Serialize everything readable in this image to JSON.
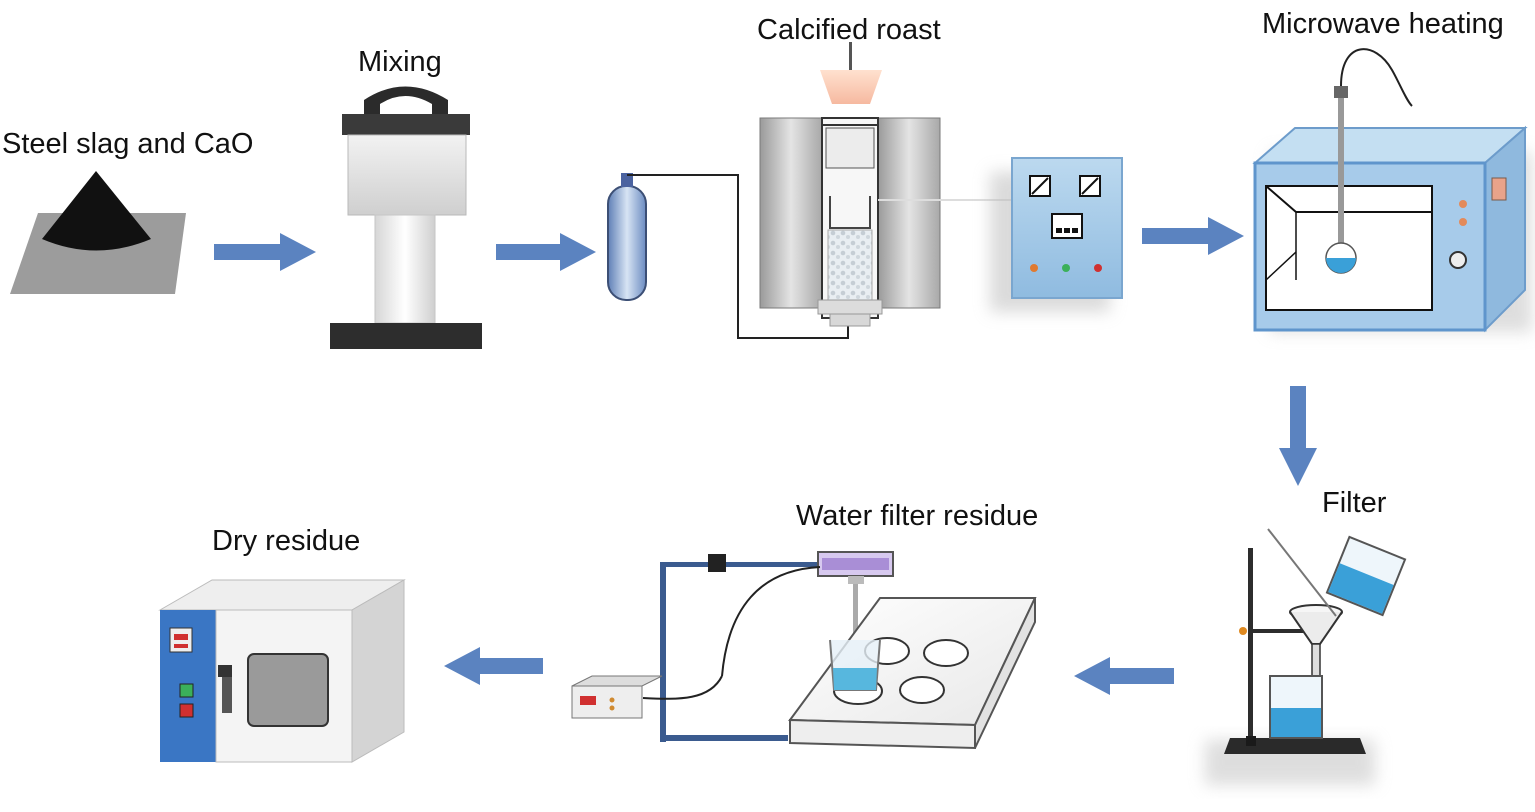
{
  "labels": {
    "steel_slag": "Steel slag and CaO",
    "mixing": "Mixing",
    "calcified_roast": "Calcified roast",
    "microwave_heating": "Microwave heating",
    "filter": "Filter",
    "water_filter_residue": "Water filter residue",
    "dry_residue": "Dry residue"
  },
  "colors": {
    "arrow": "#5b83c0",
    "liquid": "#3aa0d8",
    "panel_blue": "#a9cde8",
    "frame_blue": "#5f95cc",
    "slag": "#111111",
    "plate": "#9e9e9e"
  }
}
